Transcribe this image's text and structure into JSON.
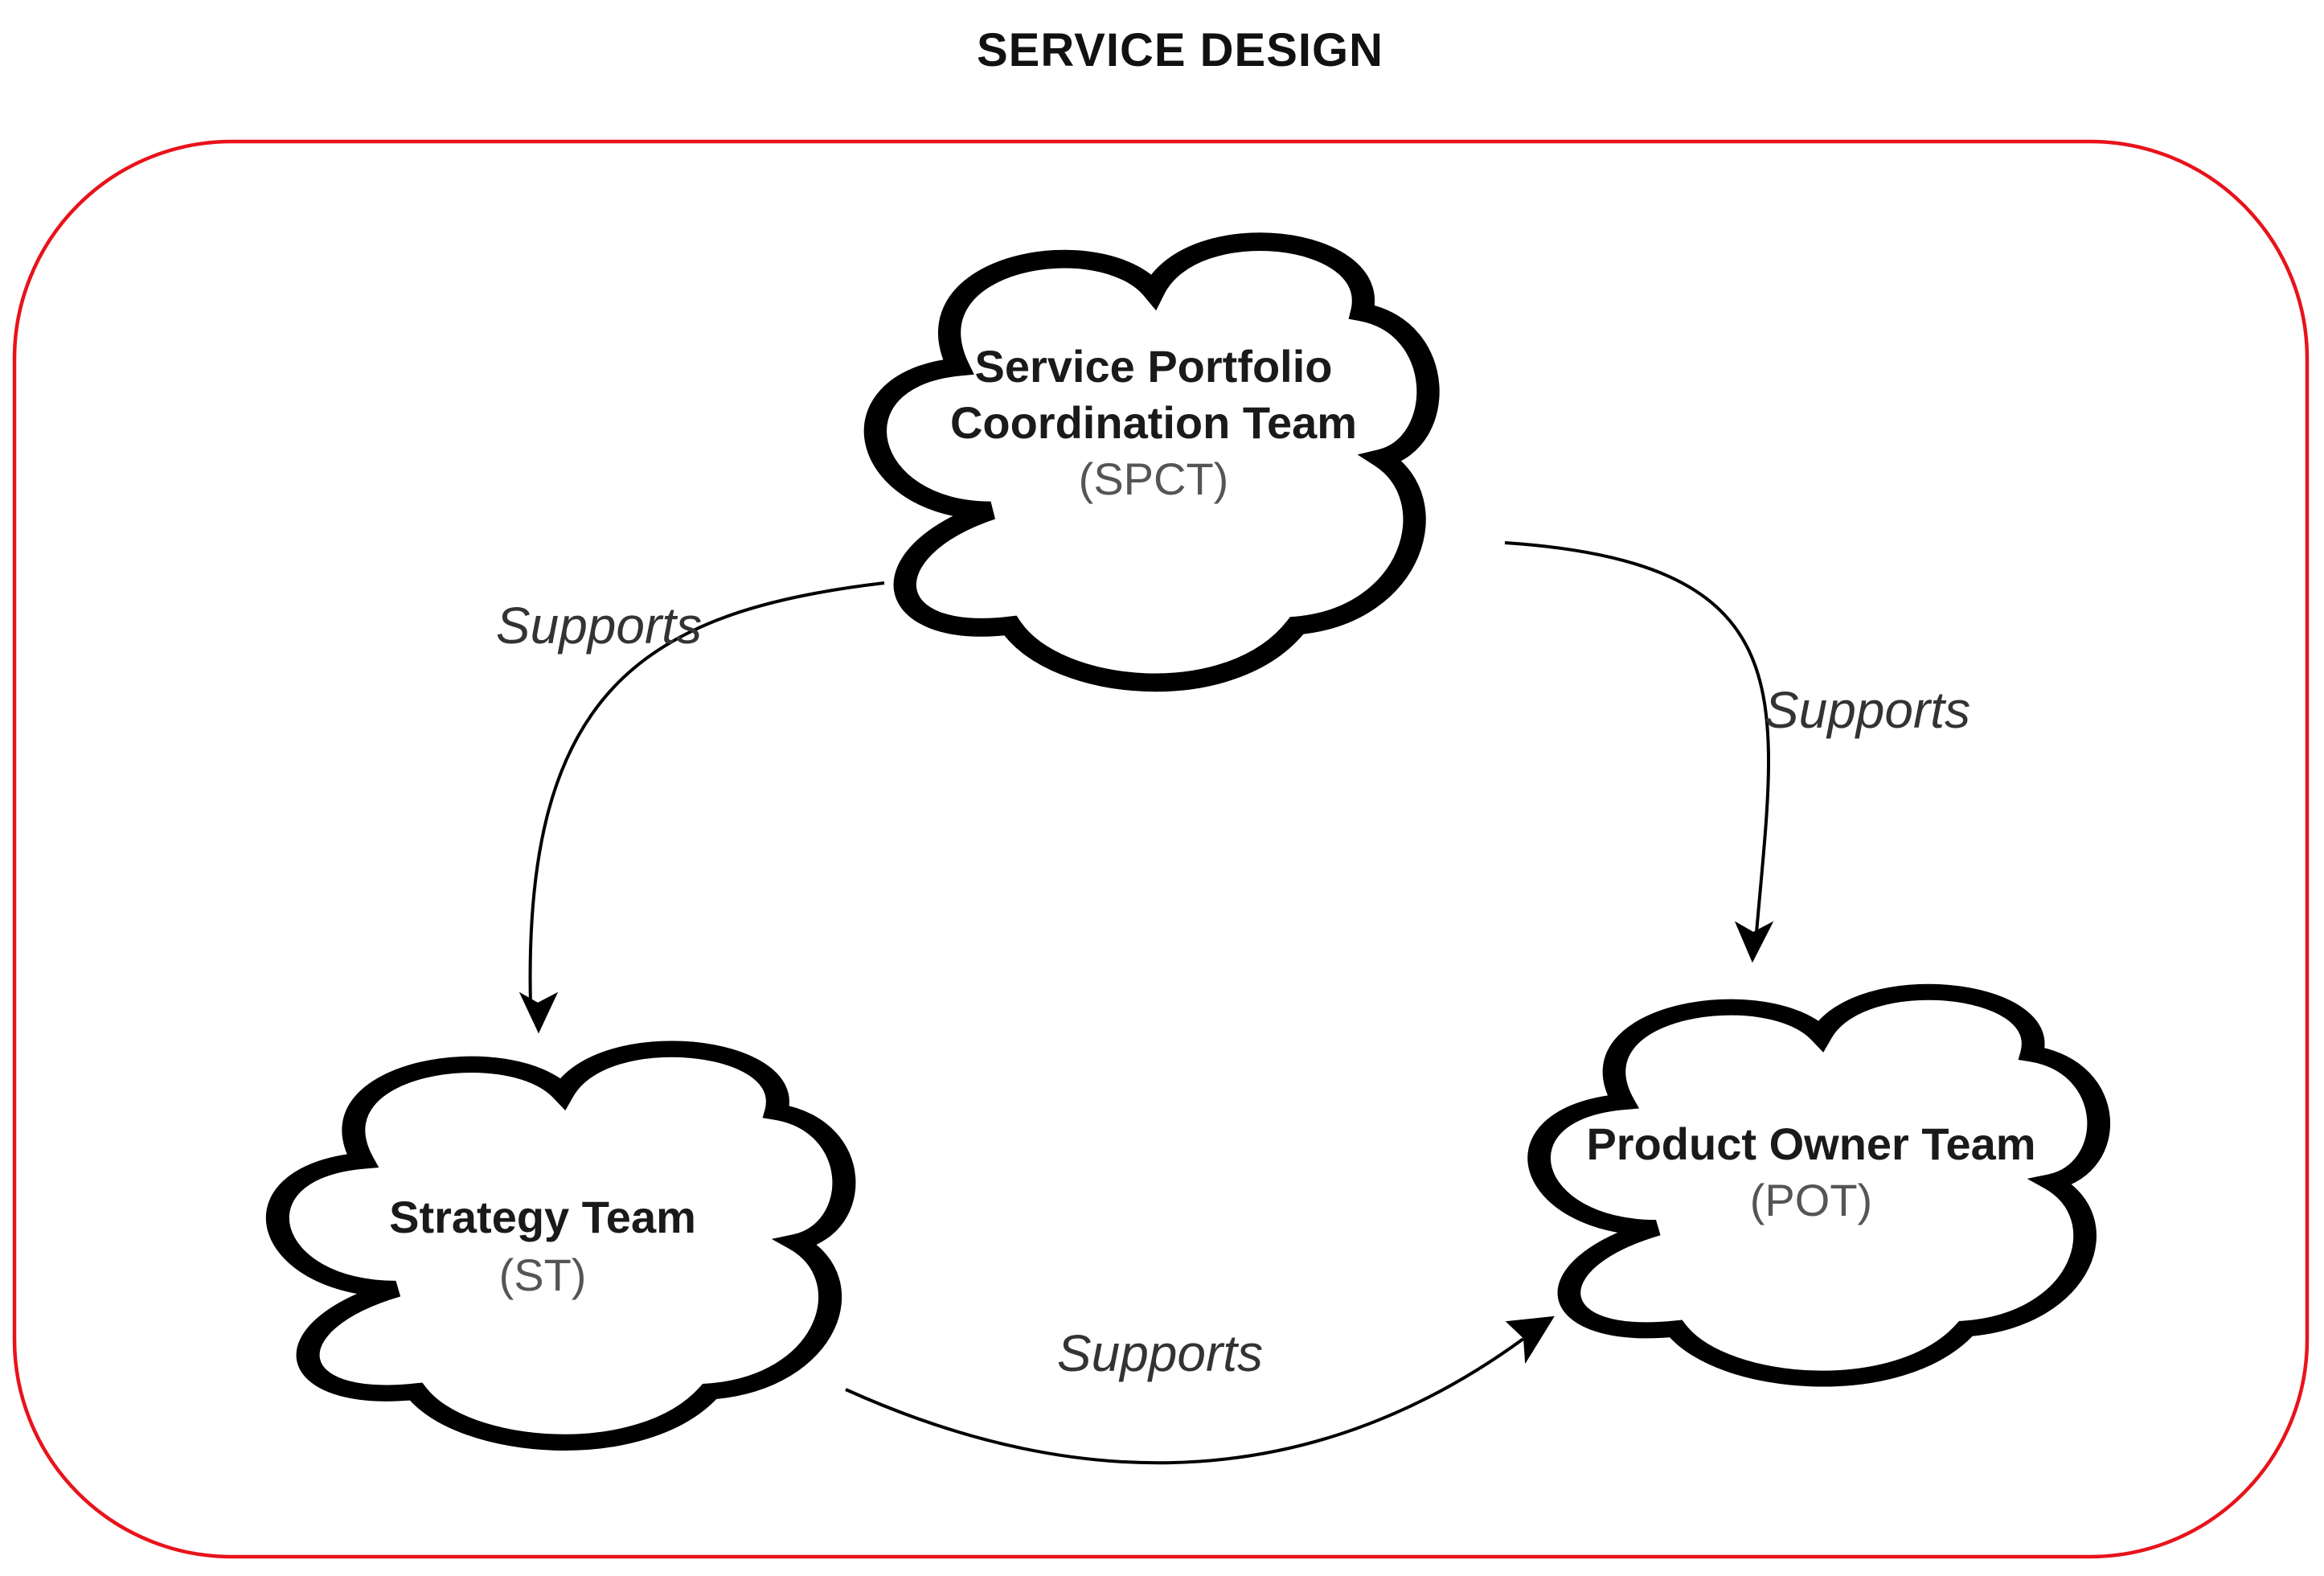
{
  "title": "SERVICE DESIGN",
  "colors": {
    "frame": "#e8131b",
    "stroke": "#000000",
    "background": "#ffffff"
  },
  "nodes": {
    "spct": {
      "name_line1": "Service Portfolio",
      "name_line2": "Coordination Team",
      "abbr": "(SPCT)"
    },
    "st": {
      "name": "Strategy Team",
      "abbr": "(ST)"
    },
    "pot": {
      "name": "Product Owner Team",
      "abbr": "(POT)"
    }
  },
  "edges": [
    {
      "from": "SPCT",
      "to": "ST",
      "label": "Supports"
    },
    {
      "from": "SPCT",
      "to": "POT",
      "label": "Supports"
    },
    {
      "from": "ST",
      "to": "POT",
      "label": "Supports"
    }
  ]
}
